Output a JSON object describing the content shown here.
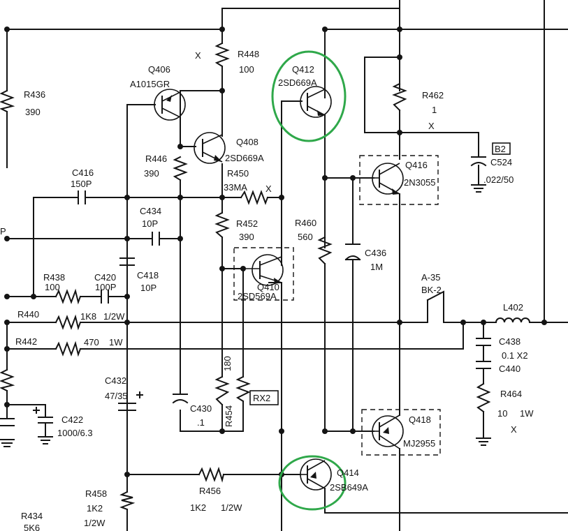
{
  "resistors": [
    {
      "id": "r436",
      "ref": "R436",
      "value": "390"
    },
    {
      "id": "r448",
      "ref": "R448",
      "value": "100"
    },
    {
      "id": "r446",
      "ref": "R446",
      "value": "390"
    },
    {
      "id": "r450",
      "ref": "R450",
      "value": "33MA"
    },
    {
      "id": "r452",
      "ref": "R452",
      "value": "390"
    },
    {
      "id": "r462",
      "ref": "R462",
      "value": "1"
    },
    {
      "id": "r460",
      "ref": "R460",
      "value": "560"
    },
    {
      "id": "r438",
      "ref": "R438",
      "value": "100"
    },
    {
      "id": "r440",
      "ref": "R440",
      "value": "1K8",
      "rating": "1/2W"
    },
    {
      "id": "r442",
      "ref": "R442",
      "value": "470",
      "rating": "1W"
    },
    {
      "id": "r180",
      "ref": "",
      "value": "180"
    },
    {
      "id": "r454",
      "ref": "R454",
      "value": ""
    },
    {
      "id": "r456",
      "ref": "R456",
      "value": "1K2",
      "rating": "1/2W"
    },
    {
      "id": "r458",
      "ref": "R458",
      "value": "1K2",
      "rating": "1/2W"
    },
    {
      "id": "r464",
      "ref": "R464",
      "value": "10",
      "rating": "1W"
    },
    {
      "id": "r434",
      "ref": "R434",
      "value": "5K6"
    }
  ],
  "capacitors": [
    {
      "id": "c416",
      "ref": "C416",
      "value": "150P"
    },
    {
      "id": "c434",
      "ref": "C434",
      "value": "10P"
    },
    {
      "id": "c420",
      "ref": "C420",
      "value": "100P"
    },
    {
      "id": "c418",
      "ref": "C418",
      "value": "10P"
    },
    {
      "id": "c436",
      "ref": "C436",
      "value": "1M"
    },
    {
      "id": "c524",
      "ref": "C524",
      "value": ".022/50"
    },
    {
      "id": "c438",
      "ref": "C438",
      "value": "0.1 X2"
    },
    {
      "id": "c440",
      "ref": "C440",
      "value": ""
    },
    {
      "id": "c432",
      "ref": "C432",
      "value": "47/35"
    },
    {
      "id": "c422",
      "ref": "C422",
      "value": "1000/6.3"
    },
    {
      "id": "c430",
      "ref": "C430",
      "value": ".1"
    }
  ],
  "transistors": [
    {
      "id": "q406",
      "ref": "Q406",
      "part": "A1015GR"
    },
    {
      "id": "q408",
      "ref": "Q408",
      "part": "2SD669A"
    },
    {
      "id": "q410",
      "ref": "Q410",
      "part": "2SD569A"
    },
    {
      "id": "q412",
      "ref": "Q412",
      "part": "2SD669A"
    },
    {
      "id": "q416",
      "ref": "Q416",
      "part": "2N3055"
    },
    {
      "id": "q418",
      "ref": "Q418",
      "part": "MJ2955"
    },
    {
      "id": "q414",
      "ref": "Q414",
      "part": "2SB649A"
    }
  ],
  "other": {
    "l402": "L402",
    "a35": "A-35",
    "bk2": "BK-2",
    "b2": "B2",
    "rx2": "RX2",
    "p_label": "P",
    "x_mark": "X"
  },
  "colors": {
    "ink": "#141414",
    "highlight": "#2fa84a",
    "paper": "#ffffff"
  }
}
